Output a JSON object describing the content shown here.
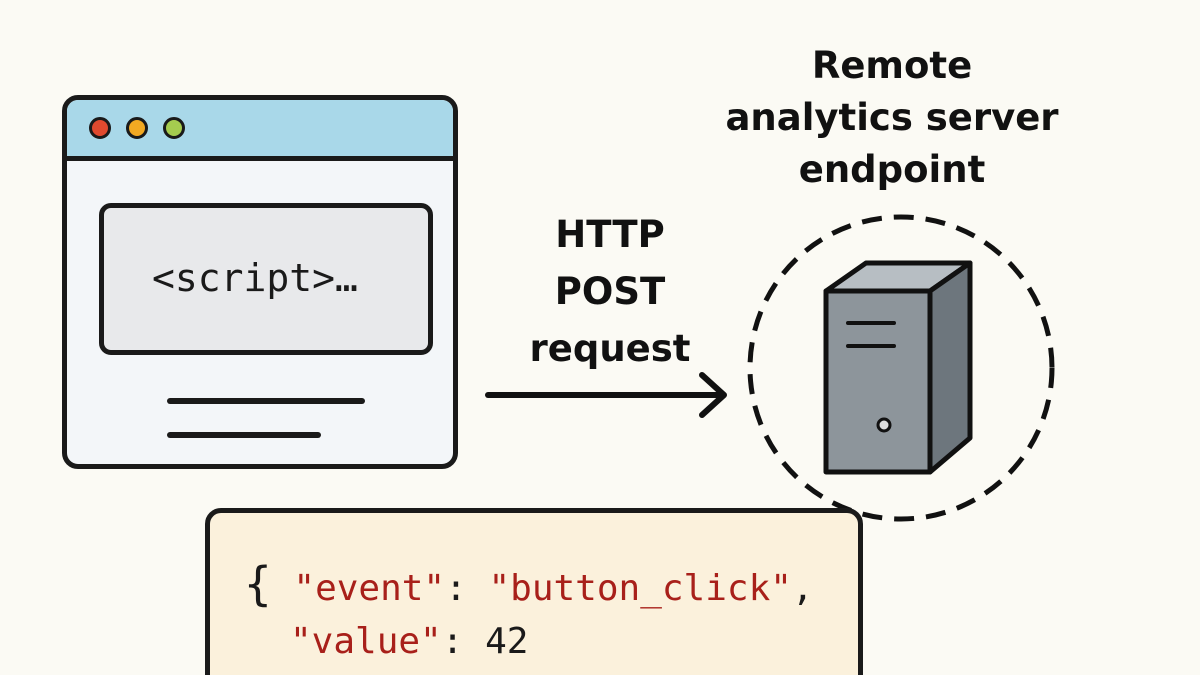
{
  "browser": {
    "script_text": "<script>…"
  },
  "arrow": {
    "label_lines": [
      "HTTP",
      "POST",
      "request"
    ]
  },
  "server": {
    "title_lines": [
      "Remote",
      "analytics server",
      "endpoint"
    ]
  },
  "payload": {
    "open_brace": "{",
    "key1": "\"event\"",
    "colon1": ":",
    "value1": "\"button_click\"",
    "comma1": ",",
    "key2": "\"value\"",
    "colon2": ":",
    "value2": "42"
  },
  "colors": {
    "background": "#fbfaf4",
    "titlebar": "#a9d8e9",
    "dot_red": "#e04a2f",
    "dot_yellow": "#f2a922",
    "dot_green": "#a5cc4f",
    "json_bg": "#fbf1dc",
    "json_string": "#a8201a",
    "server_body": "#8d959b"
  },
  "icons": [
    "browser-window-icon",
    "server-tower-icon",
    "arrow-right-icon"
  ]
}
